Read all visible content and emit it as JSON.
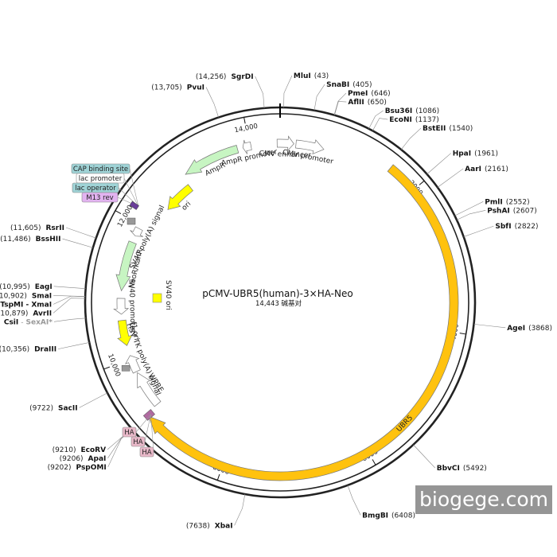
{
  "plasmid": {
    "name": "pCMV-UBR5(human)-3×HA-Neo",
    "length_label": "14,443 碱基对",
    "total_bp": 14443
  },
  "colors": {
    "ubr5": "#ffc20e",
    "yellow_feature": "#ffff00",
    "green_feature": "#c7f5c2",
    "white_feature": "#ffffff",
    "tag_teal": "#9fd3d6",
    "tag_purple": "#e2b3f0",
    "tag_pink": "#e8b8c8",
    "backbone": "#222222"
  },
  "ticks": [
    {
      "pos": 2000,
      "label": "2000"
    },
    {
      "pos": 4000,
      "label": "4000"
    },
    {
      "pos": 6000,
      "label": "6000"
    },
    {
      "pos": 8000,
      "label": "8000"
    },
    {
      "pos": 10000,
      "label": "10,000"
    },
    {
      "pos": 12000,
      "label": "12,000"
    },
    {
      "pos": 14000,
      "label": "14,000"
    }
  ],
  "features": [
    {
      "id": "ubr5",
      "label": "UBR5",
      "start": 1580,
      "end": 9190,
      "lane": "outer",
      "color": "ubr5",
      "dir": 1
    },
    {
      "id": "cmv-enhancer",
      "label": "CMV enhancer",
      "start": 14400,
      "end": 200,
      "lane": "inner",
      "color": "white_feature",
      "dir": 1
    },
    {
      "id": "cmv-promoter",
      "label": "CMV promoter",
      "start": 230,
      "end": 640,
      "lane": "inner",
      "color": "white_feature",
      "dir": 1
    },
    {
      "id": "ampr-promoter",
      "label": "AmpR promoter",
      "start": 13900,
      "end": 14020,
      "lane": "inner",
      "color": "white_feature",
      "dir": -1
    },
    {
      "id": "ampr",
      "label": "AmpR",
      "start": 12980,
      "end": 13820,
      "lane": "inner",
      "color": "green_feature",
      "dir": -1
    },
    {
      "id": "ori",
      "label": "ori",
      "start": 12420,
      "end": 12920,
      "lane": "inner2",
      "color": "yellow_feature",
      "dir": -1
    },
    {
      "id": "sv40-polya",
      "label": "SV40 poly(A) signal",
      "start": 11820,
      "end": 11940,
      "lane": "inner",
      "color": "white_feature",
      "dir": -1
    },
    {
      "id": "neor-kanr",
      "label": "NeoR/KanR",
      "start": 11000,
      "end": 11720,
      "lane": "inner",
      "color": "green_feature",
      "dir": -1
    },
    {
      "id": "sv40-promoter",
      "label": "SV40 promoter",
      "start": 10660,
      "end": 10890,
      "lane": "inner",
      "color": "white_feature",
      "dir": -1
    },
    {
      "id": "f1-ori",
      "label": "f1 ori",
      "start": 10200,
      "end": 10570,
      "lane": "inner",
      "color": "yellow_feature",
      "dir": -1
    },
    {
      "id": "hsv-tk-polya",
      "label": "HSV TK poly(A) signal",
      "start": 9800,
      "end": 10050,
      "lane": "inner",
      "color": "white_feature",
      "dir": 1
    },
    {
      "id": "wpre",
      "label": "WPRE",
      "start": 9240,
      "end": 9780,
      "lane": "inner",
      "color": "white_feature",
      "dir": 1
    }
  ],
  "sv40_ori": {
    "label": "SV40 ori"
  },
  "tags_left": [
    {
      "label": "CAP binding site",
      "color": "tag_teal"
    },
    {
      "label": "lac promoter",
      "color": "white_feature"
    },
    {
      "label": "lac operator",
      "color": "tag_teal"
    },
    {
      "label": "M13 rev",
      "color": "tag_purple"
    }
  ],
  "tags_ha": [
    {
      "label": "HA"
    },
    {
      "label": "HA"
    },
    {
      "label": "HA"
    }
  ],
  "sites": [
    {
      "name": "MluI",
      "pos_label": "(43)",
      "pos": 43,
      "side": "R"
    },
    {
      "name": "SgrDI",
      "pos_label": "(14,256)",
      "pos": 14256,
      "side": "L"
    },
    {
      "name": "PvuI",
      "pos_label": "(13,705)",
      "pos": 13705,
      "side": "L"
    },
    {
      "name": "SnaBI",
      "pos_label": "(405)",
      "pos": 405,
      "side": "R"
    },
    {
      "name": "PmeI",
      "pos_label": "(646)",
      "pos": 646,
      "side": "R"
    },
    {
      "name": "AflII",
      "pos_label": "(650)",
      "pos": 650,
      "side": "R"
    },
    {
      "name": "Bsu36I",
      "pos_label": "(1086)",
      "pos": 1086,
      "side": "R"
    },
    {
      "name": "EcoNI",
      "pos_label": "(1137)",
      "pos": 1137,
      "side": "R"
    },
    {
      "name": "BstEII",
      "pos_label": "(1540)",
      "pos": 1540,
      "side": "R"
    },
    {
      "name": "HpaI",
      "pos_label": "(1961)",
      "pos": 1961,
      "side": "R"
    },
    {
      "name": "AarI",
      "pos_label": "(2161)",
      "pos": 2161,
      "side": "R"
    },
    {
      "name": "PmlI",
      "pos_label": "(2552)",
      "pos": 2552,
      "side": "R"
    },
    {
      "name": "PshAI",
      "pos_label": "(2607)",
      "pos": 2607,
      "side": "R"
    },
    {
      "name": "SbfI",
      "pos_label": "(2822)",
      "pos": 2822,
      "side": "R"
    },
    {
      "name": "AgeI",
      "pos_label": "(3868)",
      "pos": 3868,
      "side": "R"
    },
    {
      "name": "BbvCI",
      "pos_label": "(5492)",
      "pos": 5492,
      "side": "R"
    },
    {
      "name": "BmgBI",
      "pos_label": "(6408)",
      "pos": 6408,
      "side": "R"
    },
    {
      "name": "XbaI",
      "pos_label": "(7638)",
      "pos": 7638,
      "side": "L"
    },
    {
      "name": "PspOMI",
      "pos_label": "(9202)",
      "pos": 9202,
      "side": "L"
    },
    {
      "name": "ApaI",
      "pos_label": "(9206)",
      "pos": 9206,
      "side": "L"
    },
    {
      "name": "EcoRV",
      "pos_label": "(9210)",
      "pos": 9210,
      "side": "L"
    },
    {
      "name": "SacII",
      "pos_label": "(9722)",
      "pos": 9722,
      "side": "L"
    },
    {
      "name": "DraIII",
      "pos_label": "(10,356)",
      "pos": 10356,
      "side": "L"
    },
    {
      "name": "CsiI",
      "pos_label": "(10,646)",
      "pos": 10646,
      "side": "L",
      "extra": "SexAI*"
    },
    {
      "name": "AvrII",
      "pos_label": "(10,879)",
      "pos": 10879,
      "side": "L"
    },
    {
      "name": "TspMI - XmaI",
      "pos_label": "(10,900)",
      "pos": 10900,
      "side": "L"
    },
    {
      "name": "SmaI",
      "pos_label": "(10,902)",
      "pos": 10902,
      "side": "L"
    },
    {
      "name": "EagI",
      "pos_label": "(10,995)",
      "pos": 10995,
      "side": "L"
    },
    {
      "name": "BssHII",
      "pos_label": "(11,486)",
      "pos": 11486,
      "side": "L"
    },
    {
      "name": "RsrII",
      "pos_label": "(11,605)",
      "pos": 11605,
      "side": "L"
    }
  ],
  "watermark": "biogege.com"
}
